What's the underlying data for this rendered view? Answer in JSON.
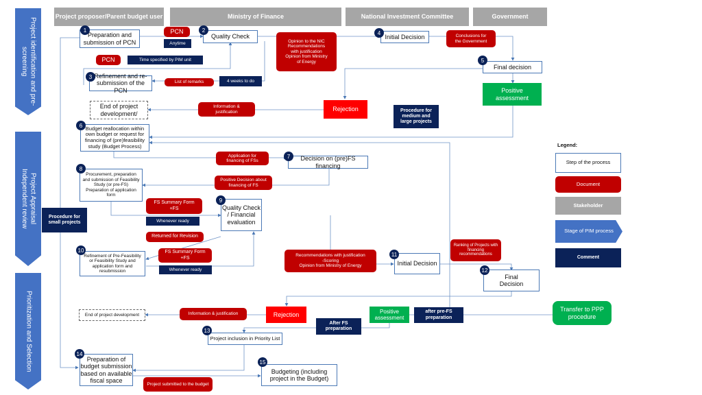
{
  "stakeholders": {
    "proposer": "Project proposer/Parent budget user",
    "ministry": "Ministry of Finance",
    "nic": "National Investment Committee",
    "government": "Government"
  },
  "stages": {
    "stage1": "Project identification and pre-screening",
    "stage2": "Project Appraisal\nIndependent review",
    "stage3": "Prioritization and Selection"
  },
  "steps": {
    "s1": {
      "num": "1",
      "label": "Preparation and\nsubmission of PCN"
    },
    "s2": {
      "num": "2",
      "label": "Quality Check"
    },
    "s3": {
      "num": "3",
      "label": "Refinement and re-\nsubmission of the PCN"
    },
    "s4": {
      "num": "4",
      "label": "Initial Decision"
    },
    "s5": {
      "num": "5",
      "label": "Final decision"
    },
    "s6": {
      "num": "6",
      "label": "Budget reallocation within\nown budget or request for\nfinancing of (pre)feasibility\nstudy (Budget Process)"
    },
    "s7": {
      "num": "7",
      "label": "Decision on (pre)FS financing"
    },
    "s8": {
      "num": "8",
      "label": "Procurement, preparation\nand submission of  Feasibility\nStudy (or pre-FS)\nPreparation of application\nform"
    },
    "s9": {
      "num": "9",
      "label": "Quality Check\n/ Financial\nevaluation"
    },
    "s10": {
      "num": "10",
      "label": "Refinement of Pre-Feasibility\nor Feasibility Study and\napplication form and\nresubmission"
    },
    "s11": {
      "num": "11",
      "label": "Initial Decision"
    },
    "s12": {
      "num": "12",
      "label": "Final\nDecision"
    },
    "s13": {
      "num": "13",
      "label": "Project inclusion in Priority List"
    },
    "s14": {
      "num": "14",
      "label": "Preparation of\nbudget submission\nbased on available\nfiscal space"
    },
    "s15": {
      "num": "15",
      "label": "Budgeting (including\nproject in the Budget)"
    }
  },
  "end1": "End of project\ndevelopment/",
  "end2": "End of project development",
  "documents": {
    "pcn1": "PCN",
    "pcn2": "PCN",
    "nic_opinion": "Opinion to the NIC\nRecommendations\nwith justification\nOpinion from Ministry\nof Energy",
    "conclusions": "Conclusions for\nthe Government",
    "remarks": "List of remarks",
    "info_just1": "Information &\njustification",
    "app_fs": "Application for\nfinancing of FSs",
    "pos_decision": "Positive Decision about\nfinancing of FS",
    "fs_summary1": "FS Summary Form\n+FS",
    "returned": "Returned for Revision",
    "fs_summary2": "FS Summary Form\n+FS",
    "recommendations": "Recommendations with justification\n-Scoring\nOpinion from Ministry of Energy",
    "ranking": "Ranking of Projects with\nfinancing\nrecommendations",
    "info_just2": "Information & justification",
    "submitted": "Project submitted to the budget"
  },
  "comments": {
    "anytime": "Anytime",
    "time_pim": "Time specified by PIM unit",
    "weeks": "4 weeks to do",
    "medium_large": "Procedure for\nmedium and\nlarge projects",
    "small": "Procedure for\nsmall projects",
    "whenever1": "Whenever ready",
    "whenever2": "Whenever ready",
    "after_fs": "After FS\npreparation",
    "after_prefs": "after pre-FS\npreparation"
  },
  "outcomes": {
    "positive1": "Positive\nassessment",
    "rejection1": "Rejection",
    "rejection2": "Rejection",
    "positive2": "Positive\nassessment",
    "ppp": "Transfer to PPP\nprocedure"
  },
  "legend": {
    "title": "Legend:",
    "step": "Step of the process",
    "document": "Document",
    "stakeholder": "Stakeholder",
    "stage": "Stage of PIM process",
    "comment": "Comment"
  },
  "colors": {
    "step_border": "#4a78b5",
    "document": "#c00000",
    "comment": "#0b2258",
    "stakeholder": "#a6a6a6",
    "stage": "#4472c4",
    "positive": "#00b050",
    "rejection": "#ff0000",
    "connector": "#4a78b5"
  }
}
